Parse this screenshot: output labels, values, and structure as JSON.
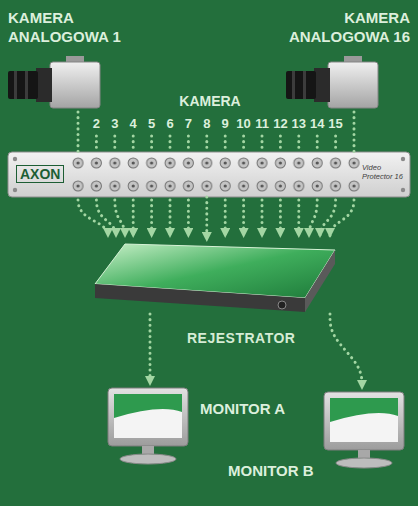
{
  "diagram": {
    "nodes": [
      {
        "text": [
          "KAMERA ANALOGOWA 1"
        ]
      },
      {
        "text": [
          "KAMERA ANALOGOWA 16"
        ]
      },
      {
        "text": [
          "AXON",
          "Video Protector 16"
        ]
      },
      {
        "text": [
          "REJESTRATOR"
        ]
      },
      {
        "text": [
          "MONITOR A"
        ]
      },
      {
        "text": [
          "MONITOR B"
        ]
      }
    ],
    "edges": [
      {
        "from": 0,
        "to": 2,
        "arrow": "none"
      },
      {
        "from": 1,
        "to": 2,
        "arrow": "none"
      },
      {
        "from": 2,
        "to": 3,
        "arrow": "to"
      },
      {
        "from": 3,
        "to": 4,
        "arrow": "to"
      },
      {
        "from": 3,
        "to": 5,
        "arrow": "to"
      }
    ],
    "labels": [
      "KAMERA",
      "2",
      "3",
      "4",
      "5",
      "6",
      "7",
      "8",
      "9",
      "10",
      "11",
      "12",
      "13",
      "14",
      "15"
    ]
  }
}
